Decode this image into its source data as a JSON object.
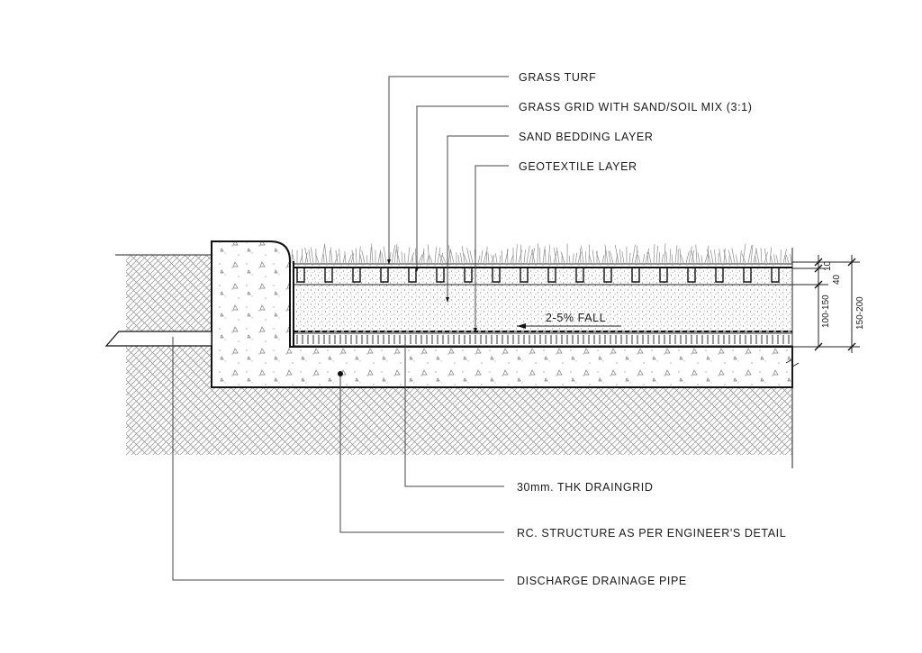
{
  "labels": {
    "grass_turf": "GRASS TURF",
    "grass_grid": "GRASS GRID WITH SAND/SOIL MIX  (3:1)",
    "sand_bedding": "SAND BEDDING LAYER",
    "geotextile": "GEOTEXTILE LAYER",
    "draingrid": "30mm. THK DRAINGRID",
    "rc_structure": "RC. STRUCTURE AS PER ENGINEER'S DETAIL",
    "discharge_pipe": "DISCHARGE DRAINAGE PIPE",
    "fall": "2-5% FALL"
  },
  "dimensions": {
    "turf": "10",
    "grid": "40",
    "bedding_range": "100-150",
    "total_range": "150-200"
  }
}
